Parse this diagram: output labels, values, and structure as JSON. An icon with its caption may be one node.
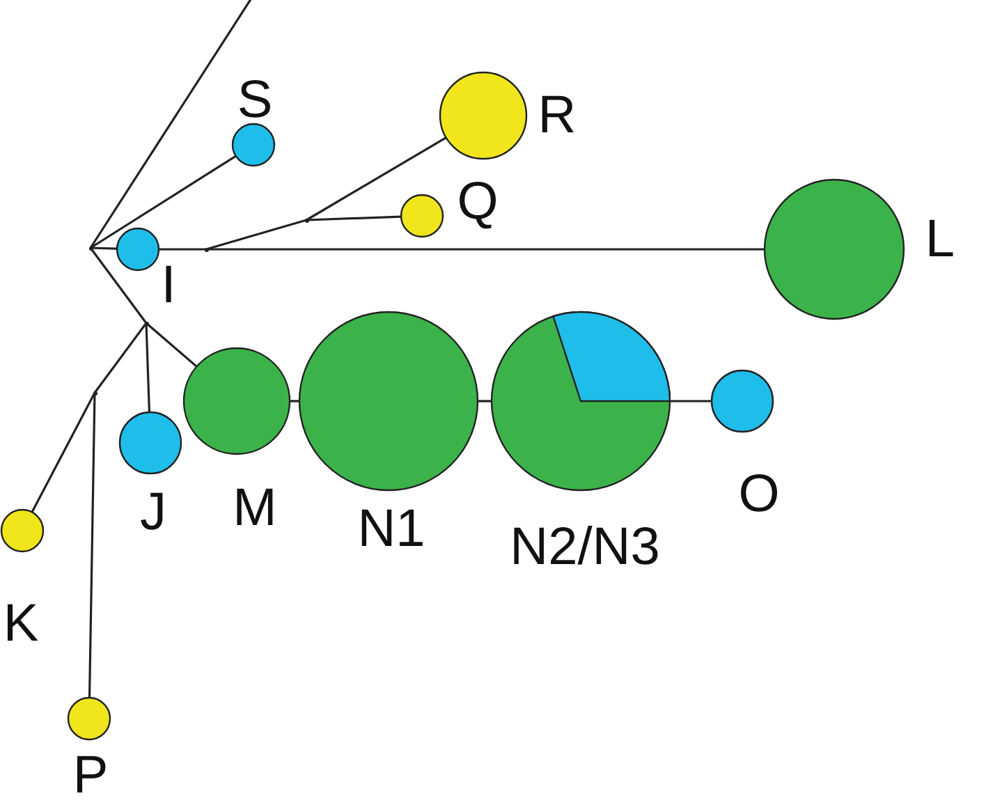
{
  "diagram": {
    "nodes": [
      {
        "text": [
          "S"
        ]
      },
      {
        "text": [
          "R"
        ]
      },
      {
        "text": [
          "Q"
        ]
      },
      {
        "text": [
          "I"
        ]
      },
      {
        "text": [
          "L"
        ]
      },
      {
        "text": [
          "M"
        ]
      },
      {
        "text": [
          "N1"
        ]
      },
      {
        "text": [
          "N2/N3"
        ]
      },
      {
        "text": [
          "O"
        ]
      },
      {
        "text": [
          "J"
        ]
      },
      {
        "text": [
          "K"
        ]
      },
      {
        "text": [
          "P"
        ]
      },
      {
        "text": [],
        "shape": "point"
      },
      {
        "text": [],
        "shape": "point"
      },
      {
        "text": [],
        "shape": "point"
      },
      {
        "text": [],
        "shape": "point"
      },
      {
        "text": [],
        "shape": "point"
      }
    ],
    "edges": [
      {
        "from": 12,
        "to": null,
        "arrow": "none"
      },
      {
        "from": 12,
        "to": 0,
        "arrow": "none"
      },
      {
        "from": 12,
        "to": 3,
        "arrow": "none"
      },
      {
        "from": 3,
        "to": 13,
        "arrow": "none"
      },
      {
        "from": 13,
        "to": 4,
        "arrow": "none"
      },
      {
        "from": 13,
        "to": 14,
        "arrow": "none"
      },
      {
        "from": 14,
        "to": 2,
        "arrow": "none"
      },
      {
        "from": 14,
        "to": 1,
        "arrow": "none"
      },
      {
        "from": 12,
        "to": 15,
        "arrow": "none"
      },
      {
        "from": 15,
        "to": 5,
        "arrow": "none"
      },
      {
        "from": 15,
        "to": 9,
        "arrow": "none"
      },
      {
        "from": 15,
        "to": 16,
        "arrow": "none"
      },
      {
        "from": 16,
        "to": 10,
        "arrow": "none"
      },
      {
        "from": 16,
        "to": 11,
        "arrow": "none"
      },
      {
        "from": 5,
        "to": 6,
        "arrow": "none"
      },
      {
        "from": 6,
        "to": 7,
        "arrow": "none"
      },
      {
        "from": 7,
        "to": 8,
        "arrow": "none"
      }
    ]
  }
}
